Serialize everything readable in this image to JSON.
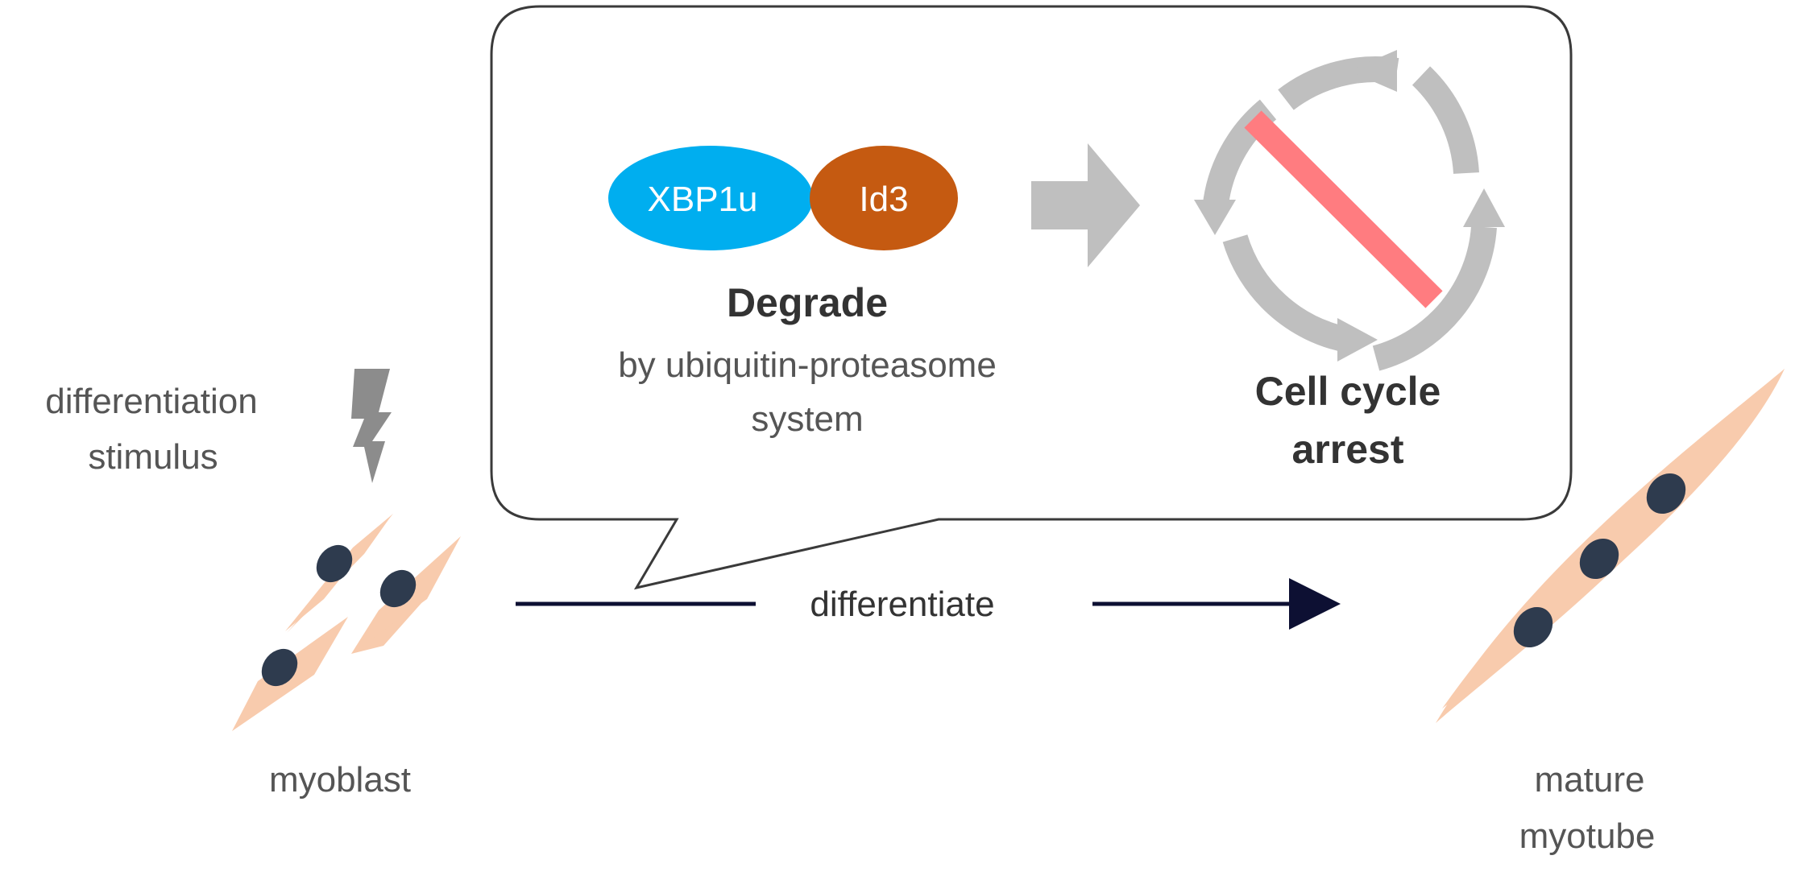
{
  "stimulus": {
    "line1": "differentiation",
    "line2": "stimulus"
  },
  "callout": {
    "protein_a": "XBP1u",
    "protein_b": "Id3",
    "degrade_title": "Degrade",
    "degrade_line1": "by ubiquitin-proteasome",
    "degrade_line2": "system",
    "arrest_line1": "Cell cycle",
    "arrest_line2": "arrest"
  },
  "process": {
    "arrow_label": "differentiate"
  },
  "cells": {
    "start_label": "myoblast",
    "end_line1": "mature",
    "end_line2": "myotube"
  },
  "colors": {
    "xbp1u": "#00AEEF",
    "id3": "#C55A11",
    "cell_fill": "#F8CBAD",
    "nucleus": "#2E3B4E",
    "cycle_gray": "#BFBFBF",
    "block_bar": "#FF7C80",
    "arrow_dark": "#0D1033"
  }
}
